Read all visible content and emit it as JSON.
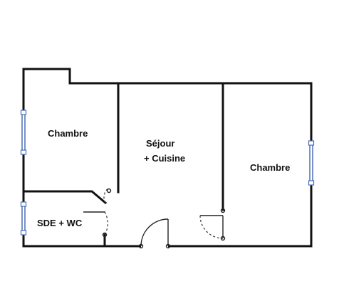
{
  "rooms": [
    {
      "id": "chambre-left",
      "label": "Chambre"
    },
    {
      "id": "sejour",
      "label_line1": "Séjour",
      "label_line2": "+ Cuisine"
    },
    {
      "id": "chambre-right",
      "label": "Chambre"
    },
    {
      "id": "sde-wc",
      "label": "SDE + WC"
    }
  ],
  "colors": {
    "wall": "#111111",
    "window": "#4a6fb5",
    "background": "#ffffff"
  }
}
